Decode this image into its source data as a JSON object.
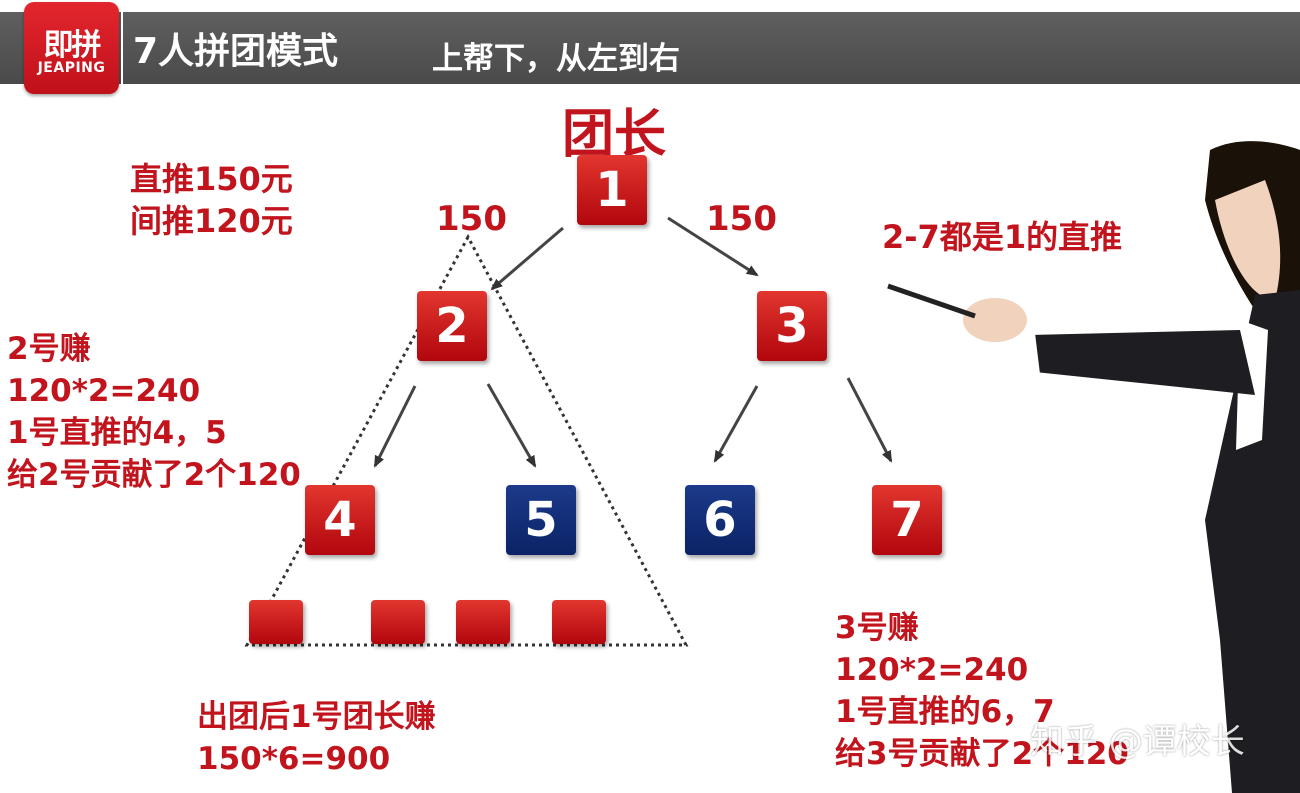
{
  "header": {
    "logo_text": "即拼",
    "logo_sub": "JEAPING",
    "title": "7人拼团模式",
    "subtitle": "上帮下，从左到右"
  },
  "tree": {
    "leader_label": "团长",
    "nodes": [
      "1",
      "2",
      "3",
      "4",
      "5",
      "6",
      "7"
    ],
    "edge_left_value": "150",
    "edge_right_value": "150"
  },
  "notes": {
    "top_left": [
      "直推150元",
      "间推120元"
    ],
    "top_right": "2-7都是1的直推",
    "left": [
      "2号赚",
      "120*2=240",
      "1号直推的4，5",
      "给2号贡献了2个120"
    ],
    "bottom_center": [
      "出团后1号团长赚",
      "150*6=900"
    ],
    "bottom_right": [
      "3号赚",
      "120*2=240",
      "1号直推的6，7",
      "给3号贡献了2个120"
    ]
  },
  "watermark": "知乎 @谭校长",
  "colors": {
    "accent_red": "#c2141d",
    "box_red": "#c8141c",
    "box_blue": "#0f2a74",
    "header_gray": "#555555"
  }
}
